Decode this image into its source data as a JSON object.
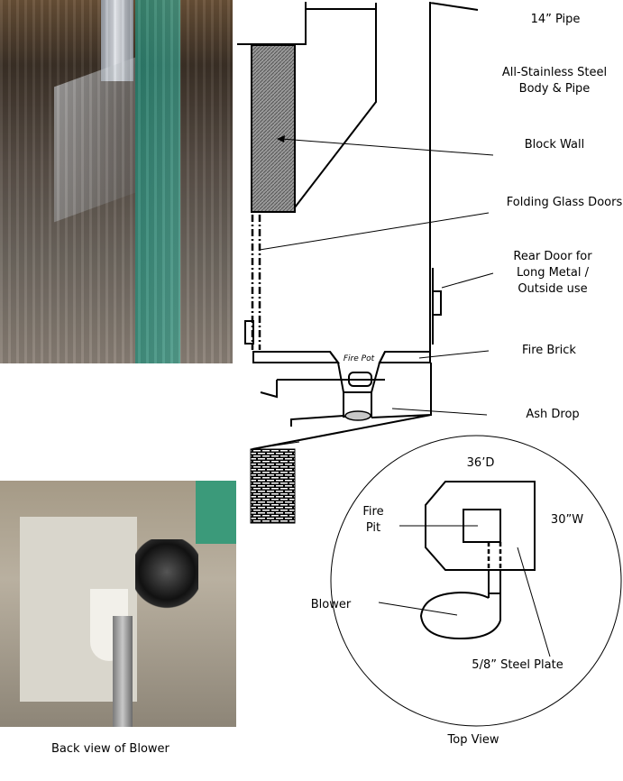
{
  "photos": {
    "top": {
      "subject": "forge-interior-photo"
    },
    "bottom": {
      "subject": "blower-photo",
      "caption": "Back view of Blower"
    }
  },
  "side_view": {
    "labels": {
      "pipe": "14” Pipe",
      "body_line1": "All-Stainless Steel",
      "body_line2": "Body & Pipe",
      "block_wall": "Block Wall",
      "glass_doors": "Folding Glass Doors",
      "rear_door_line1": "Rear Door for",
      "rear_door_line2": "Long Metal /",
      "rear_door_line3": "Outside use",
      "fire_brick": "Fire Brick",
      "ash_drop": "Ash Drop",
      "fire_pot": "Fire Pot"
    }
  },
  "top_view": {
    "title": "Top View",
    "depth": "36’D",
    "width": "30”W",
    "fire_pit_line1": "Fire",
    "fire_pit_line2": "Pit",
    "blower": "Blower",
    "steel_plate": "5/8” Steel Plate"
  },
  "colors": {
    "line": "#000000",
    "block_fill": "#8a8a8a",
    "ash_fill": "#c8c8c8"
  }
}
